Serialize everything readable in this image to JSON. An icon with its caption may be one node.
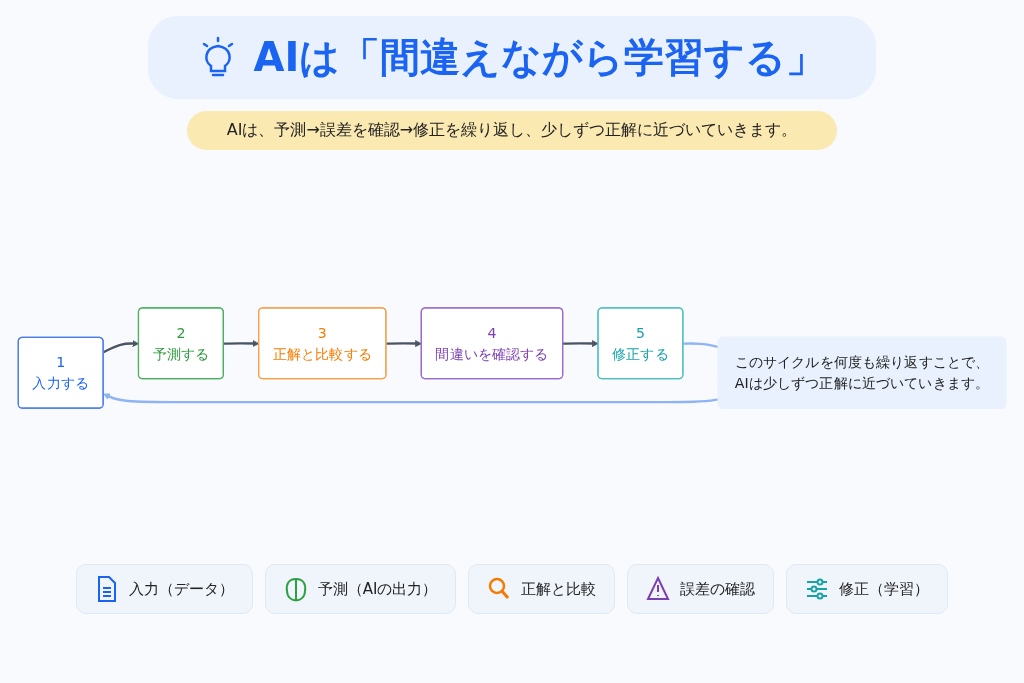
{
  "diagram": {
    "title": "AIは「間違えながら学習する」",
    "nodes": [
      {
        "text": [
          "1",
          "入力する"
        ]
      },
      {
        "text": [
          "2",
          "予測する"
        ]
      },
      {
        "text": [
          "3",
          "正解と比較する"
        ]
      },
      {
        "text": [
          "4",
          "間違いを確認する"
        ]
      },
      {
        "text": [
          "5",
          "修正する"
        ]
      },
      {
        "text": [
          "このサイクルを何度も繰り返すことで、AIは少しずつ正解に近づいていきます。"
        ]
      }
    ],
    "edges": [
      {
        "from": 0,
        "to": 1,
        "arrow": "to"
      },
      {
        "from": 1,
        "to": 2,
        "arrow": "to"
      },
      {
        "from": 2,
        "to": 3,
        "arrow": "to"
      },
      {
        "from": 3,
        "to": 4,
        "arrow": "to"
      },
      {
        "from": 4,
        "to": 5,
        "arrow": "none",
        "color": "#8fb4f5"
      },
      {
        "from": 5,
        "to": 0,
        "arrow": "to",
        "color": "#8fb4f5"
      }
    ],
    "labels": [
      "AIは、予測→誤差を確認→修正を繰り返し、少しずつ正解に近づいていきます。"
    ],
    "legend": [
      {
        "text": "入力（データ）"
      },
      {
        "text": "予測（AIの出力）"
      },
      {
        "text": "正解と比較"
      },
      {
        "text": "誤差の確認"
      },
      {
        "text": "修正（学習）"
      }
    ]
  }
}
